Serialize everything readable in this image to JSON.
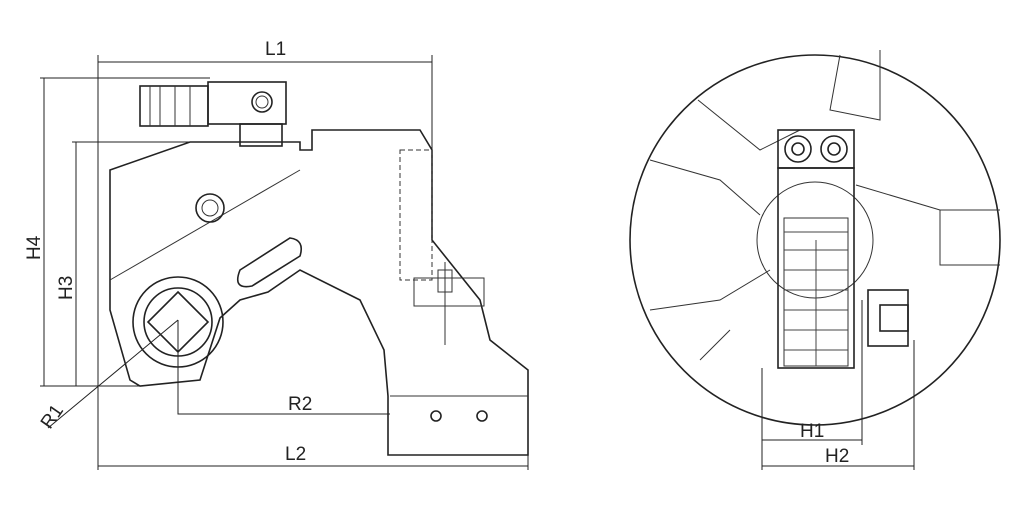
{
  "dimensions": {
    "L1": "L1",
    "L2": "L2",
    "H3": "H3",
    "H4": "H4",
    "R1": "R1",
    "R2": "R2",
    "H1": "H1",
    "H2": "H2"
  }
}
